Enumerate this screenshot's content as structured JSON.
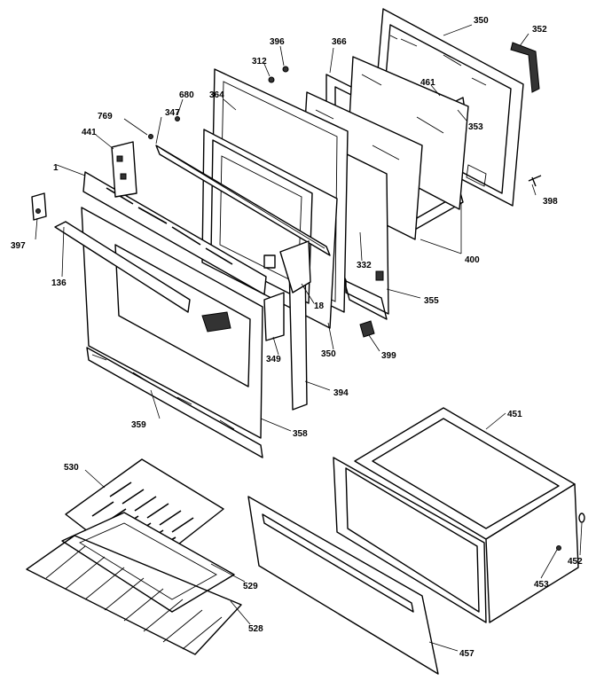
{
  "labels": {
    "p350a": "350",
    "p352": "352",
    "p396": "396",
    "p366": "366",
    "p312": "312",
    "p680": "680",
    "p364": "364",
    "p461": "461",
    "p347": "347",
    "p769": "769",
    "p353": "353",
    "p441": "441",
    "p1": "1",
    "p398": "398",
    "p397": "397",
    "p400": "400",
    "p332": "332",
    "p136": "136",
    "p355": "355",
    "p18": "18",
    "p349": "349",
    "p350b": "350",
    "p399": "399",
    "p394": "394",
    "p359": "359",
    "p358": "358",
    "p451": "451",
    "p530": "530",
    "p452": "452",
    "p453": "453",
    "p529": "529",
    "p528": "528",
    "p457": "457"
  }
}
